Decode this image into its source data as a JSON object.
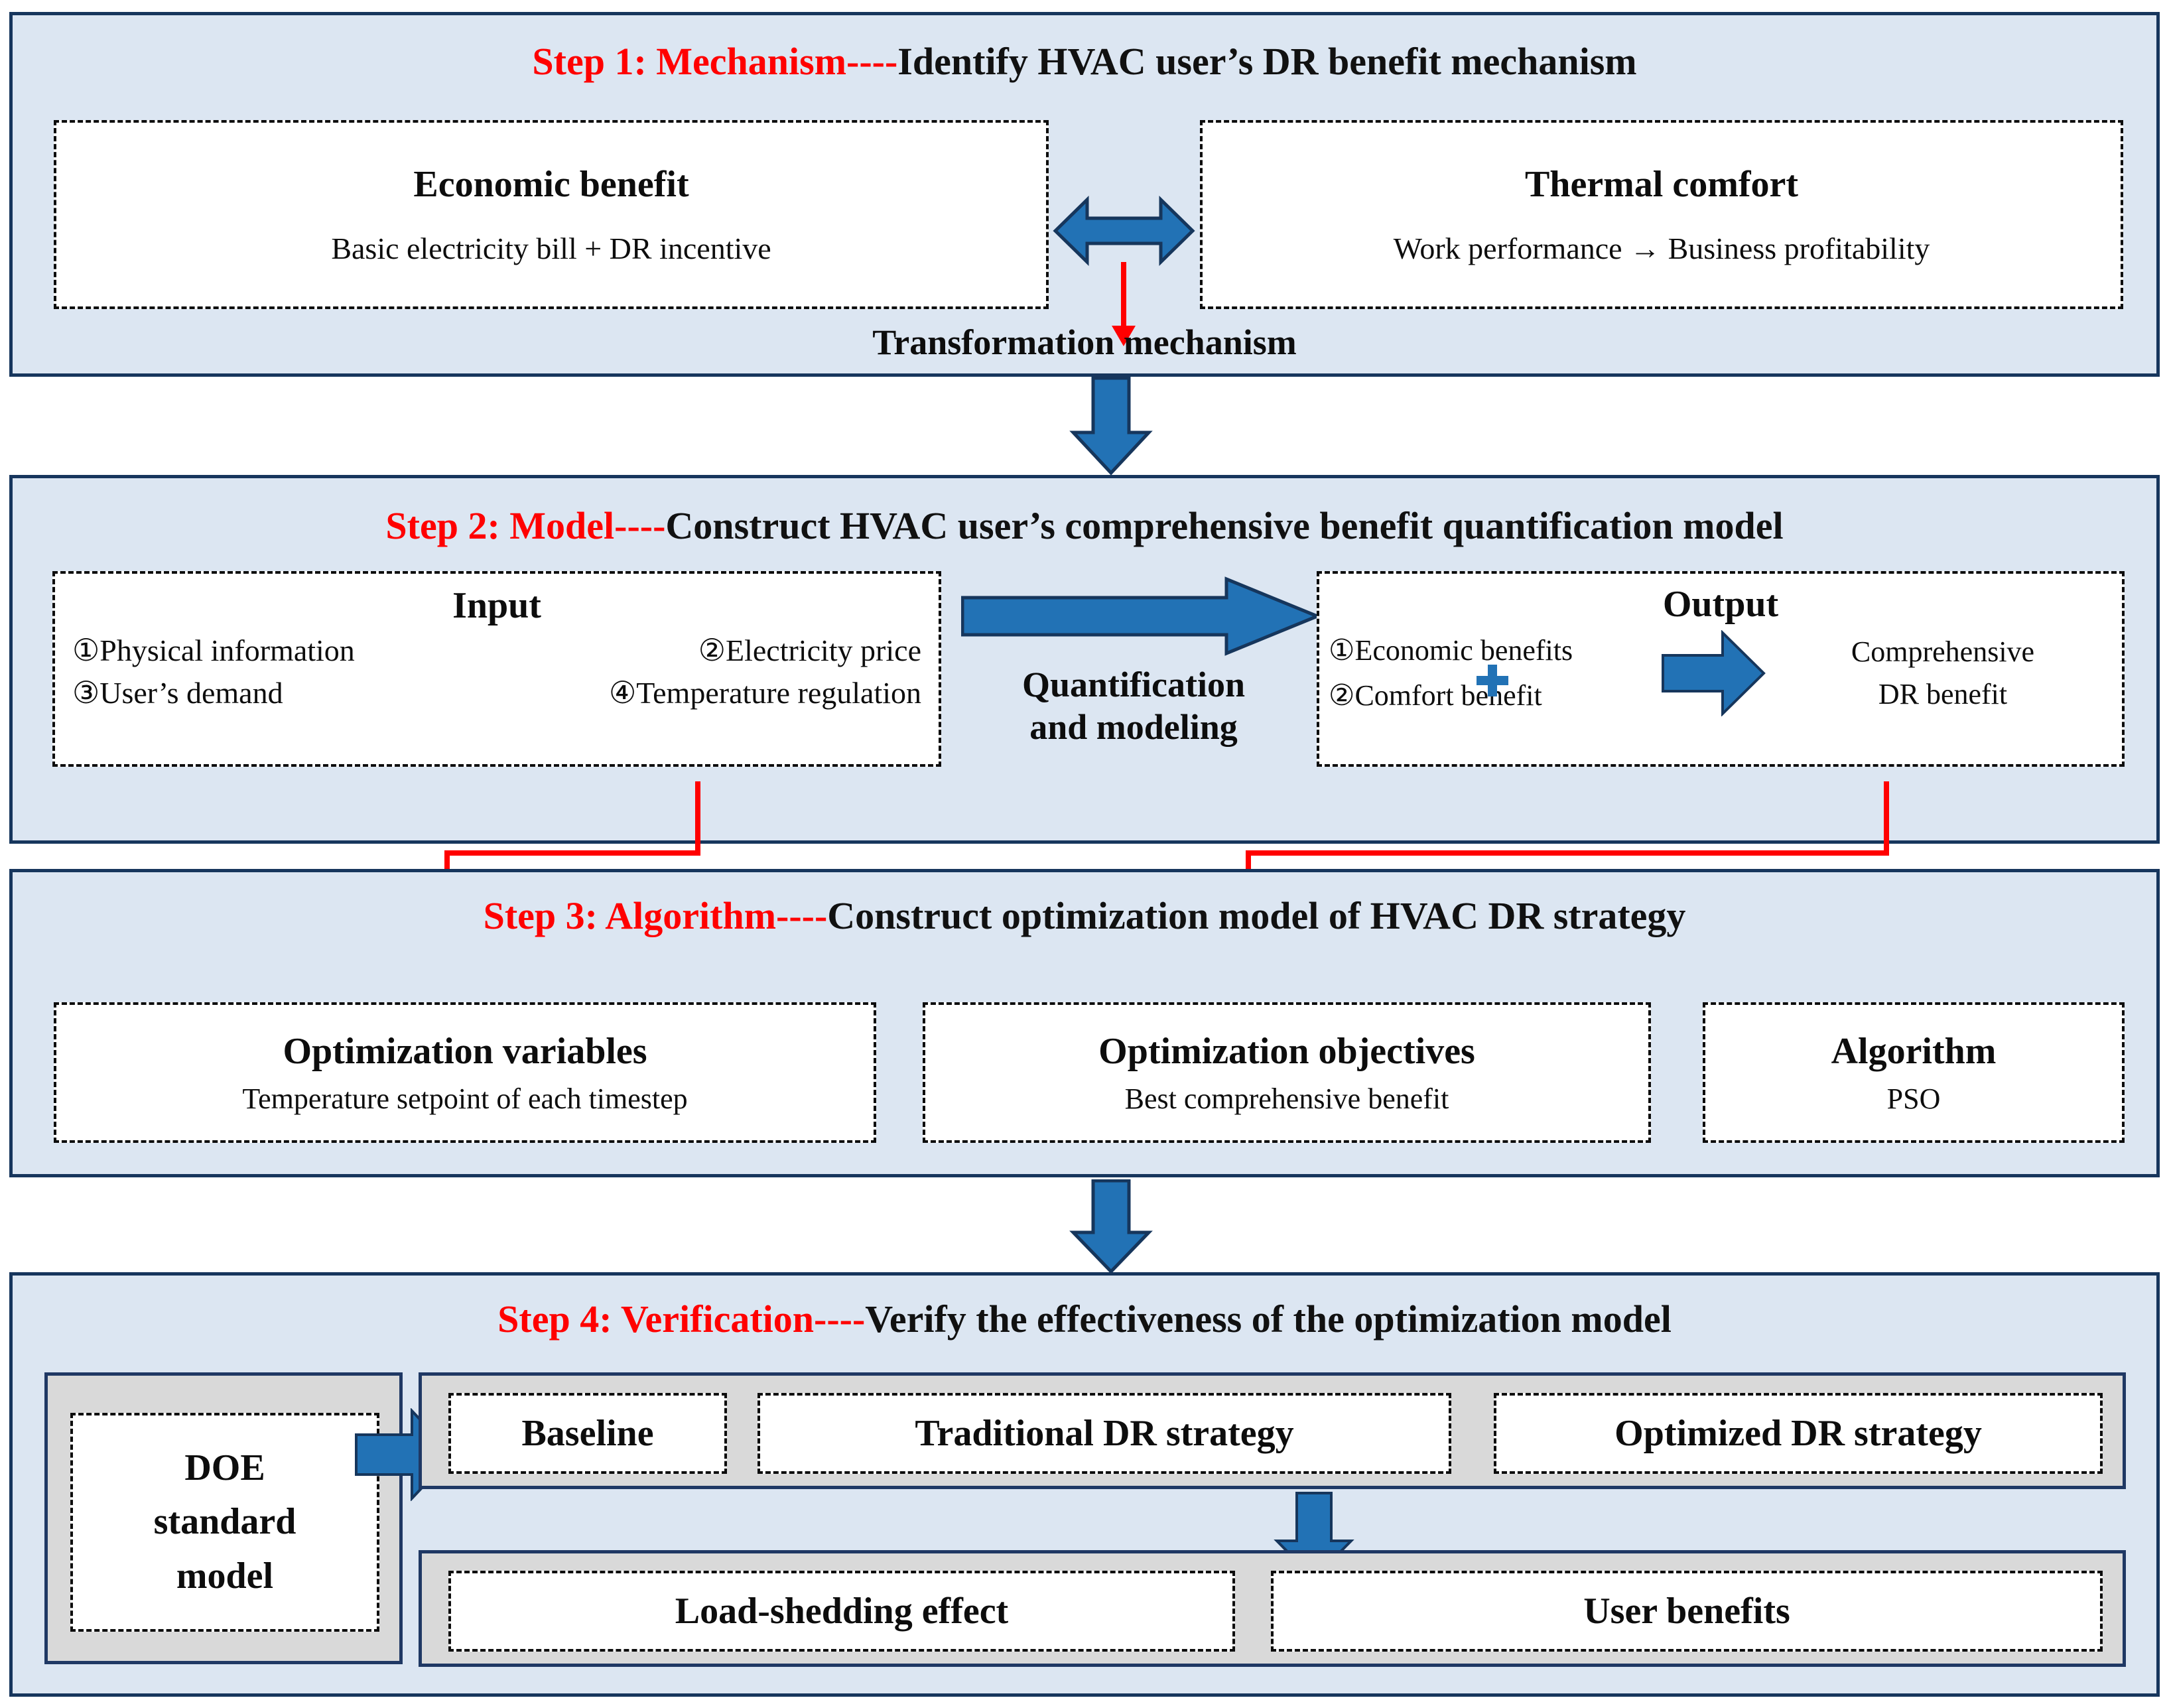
{
  "steps": [
    {
      "id": "step1",
      "title_red": "Step 1: Mechanism----",
      "title_black": "Identify  HVAC user’s  DR benefit mechanism",
      "left_box": {
        "heading": "Economic benefit",
        "sub": "Basic electricity bill + DR incentive"
      },
      "right_box": {
        "heading": "Thermal comfort",
        "sub": "Work performance → Business profitability"
      },
      "center_label": "Transformation mechanism",
      "icons": {
        "double_arrow": "double-headed-horizontal-arrow-icon",
        "red_down": "red-down-arrow-icon"
      }
    },
    {
      "id": "step2",
      "title_red": "Step 2: Model----",
      "title_black": "Construct HVAC user’s comprehensive benefit quantification model",
      "input_box": {
        "heading": "Input",
        "items": [
          "①Physical  information",
          "②Electricity  price",
          "③User’s demand",
          "④Temperature regulation"
        ]
      },
      "middle_label_line1": "Quantification",
      "middle_label_line2": "and modeling",
      "output_box": {
        "heading": "Output",
        "items": [
          "①Economic  benefits",
          "②Comfort benefit"
        ],
        "plus": "+",
        "result_line1": "Comprehensive",
        "result_line2": "DR benefit"
      }
    },
    {
      "id": "step3",
      "title_red": "Step 3: Algorithm----",
      "title_black": "Construct optimization model of HVAC DR strategy",
      "boxes": [
        {
          "heading": "Optimization variables",
          "sub": "Temperature setpoint of each timestep"
        },
        {
          "heading": "Optimization objectives",
          "sub": "Best comprehensive benefit"
        },
        {
          "heading": "Algorithm",
          "sub": "PSO"
        }
      ]
    },
    {
      "id": "step4",
      "title_red": "Step 4: Verification----",
      "title_black": "Verify the effectiveness of the optimization model",
      "doe_box": {
        "line1": "DOE",
        "line2": "standard",
        "line3": "model"
      },
      "row1": [
        "Baseline",
        "Traditional DR strategy",
        "Optimized DR strategy"
      ],
      "row2": [
        "Load-shedding effect",
        "User benefits"
      ]
    }
  ],
  "colors": {
    "panel_fill": "#dce6f2",
    "panel_border": "#17365d",
    "arrow_blue": "#2272b5",
    "arrow_blue_dark": "#16365c",
    "accent_red": "#ff0000",
    "grey_fill": "#d9d9d9",
    "box_fill": "#ffffff",
    "text_dark": "#0d0d0d"
  },
  "icons": {
    "down_arrow": "down-arrow-icon",
    "right_arrow": "right-arrow-icon",
    "double_arrow": "double-arrow-icon",
    "plus": "plus-icon",
    "red_connector": "red-connector-line"
  }
}
